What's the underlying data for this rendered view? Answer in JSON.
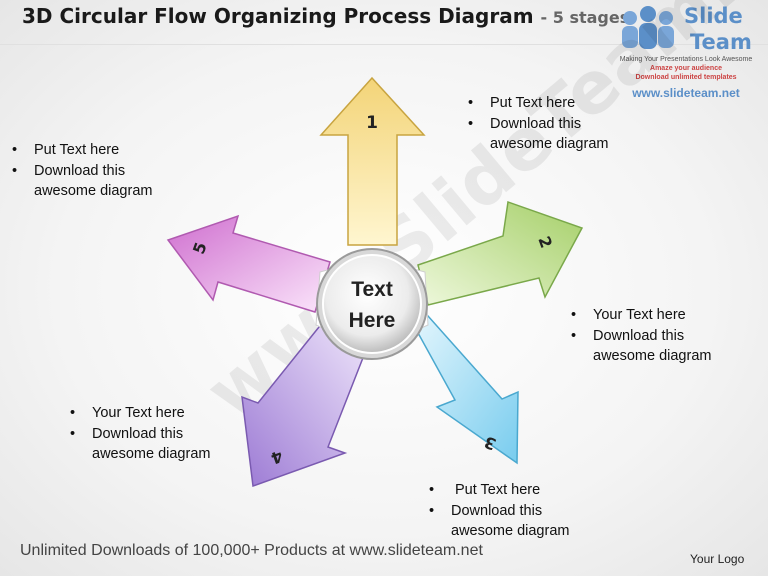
{
  "header": {
    "title": "3D Circular Flow Organizing Process Diagram",
    "subtitle": "- 5 stages"
  },
  "logo": {
    "brand_line1": "Slide",
    "brand_line2": "Team",
    "tagline": "Making Your Presentations Look Awesome",
    "promo1": "Amaze your audience",
    "promo2": "Download unlimited templates",
    "url": "www.slideteam.net"
  },
  "diagram": {
    "center_line1": "Text",
    "center_line2": "Here",
    "arrows": [
      {
        "number": "1",
        "color": "#f0d070"
      },
      {
        "number": "2",
        "color": "#a8d070"
      },
      {
        "number": "3",
        "color": "#7fd0ee"
      },
      {
        "number": "4",
        "color": "#a887d8"
      },
      {
        "number": "5",
        "color": "#d880d8"
      }
    ]
  },
  "text_blocks": {
    "top_right": {
      "line1": "Put Text here",
      "line2": "Download this",
      "line3": "awesome diagram"
    },
    "top_left": {
      "line1": "Put Text here",
      "line2": "Download this",
      "line3": "awesome diagram"
    },
    "right": {
      "line1": "Your Text here",
      "line2": "Download this",
      "line3": "awesome diagram"
    },
    "bottom_left": {
      "line1": "Your Text here",
      "line2": "Download this",
      "line3": "awesome diagram"
    },
    "bottom": {
      "line1": "Put Text here",
      "line2": "Download this",
      "line3": "awesome diagram"
    }
  },
  "watermark": "www.SlideTeam.net",
  "footer": {
    "text": "Unlimited Downloads of 100,000+ Products at www.slideteam.net",
    "logo_placeholder": "Your Logo"
  }
}
